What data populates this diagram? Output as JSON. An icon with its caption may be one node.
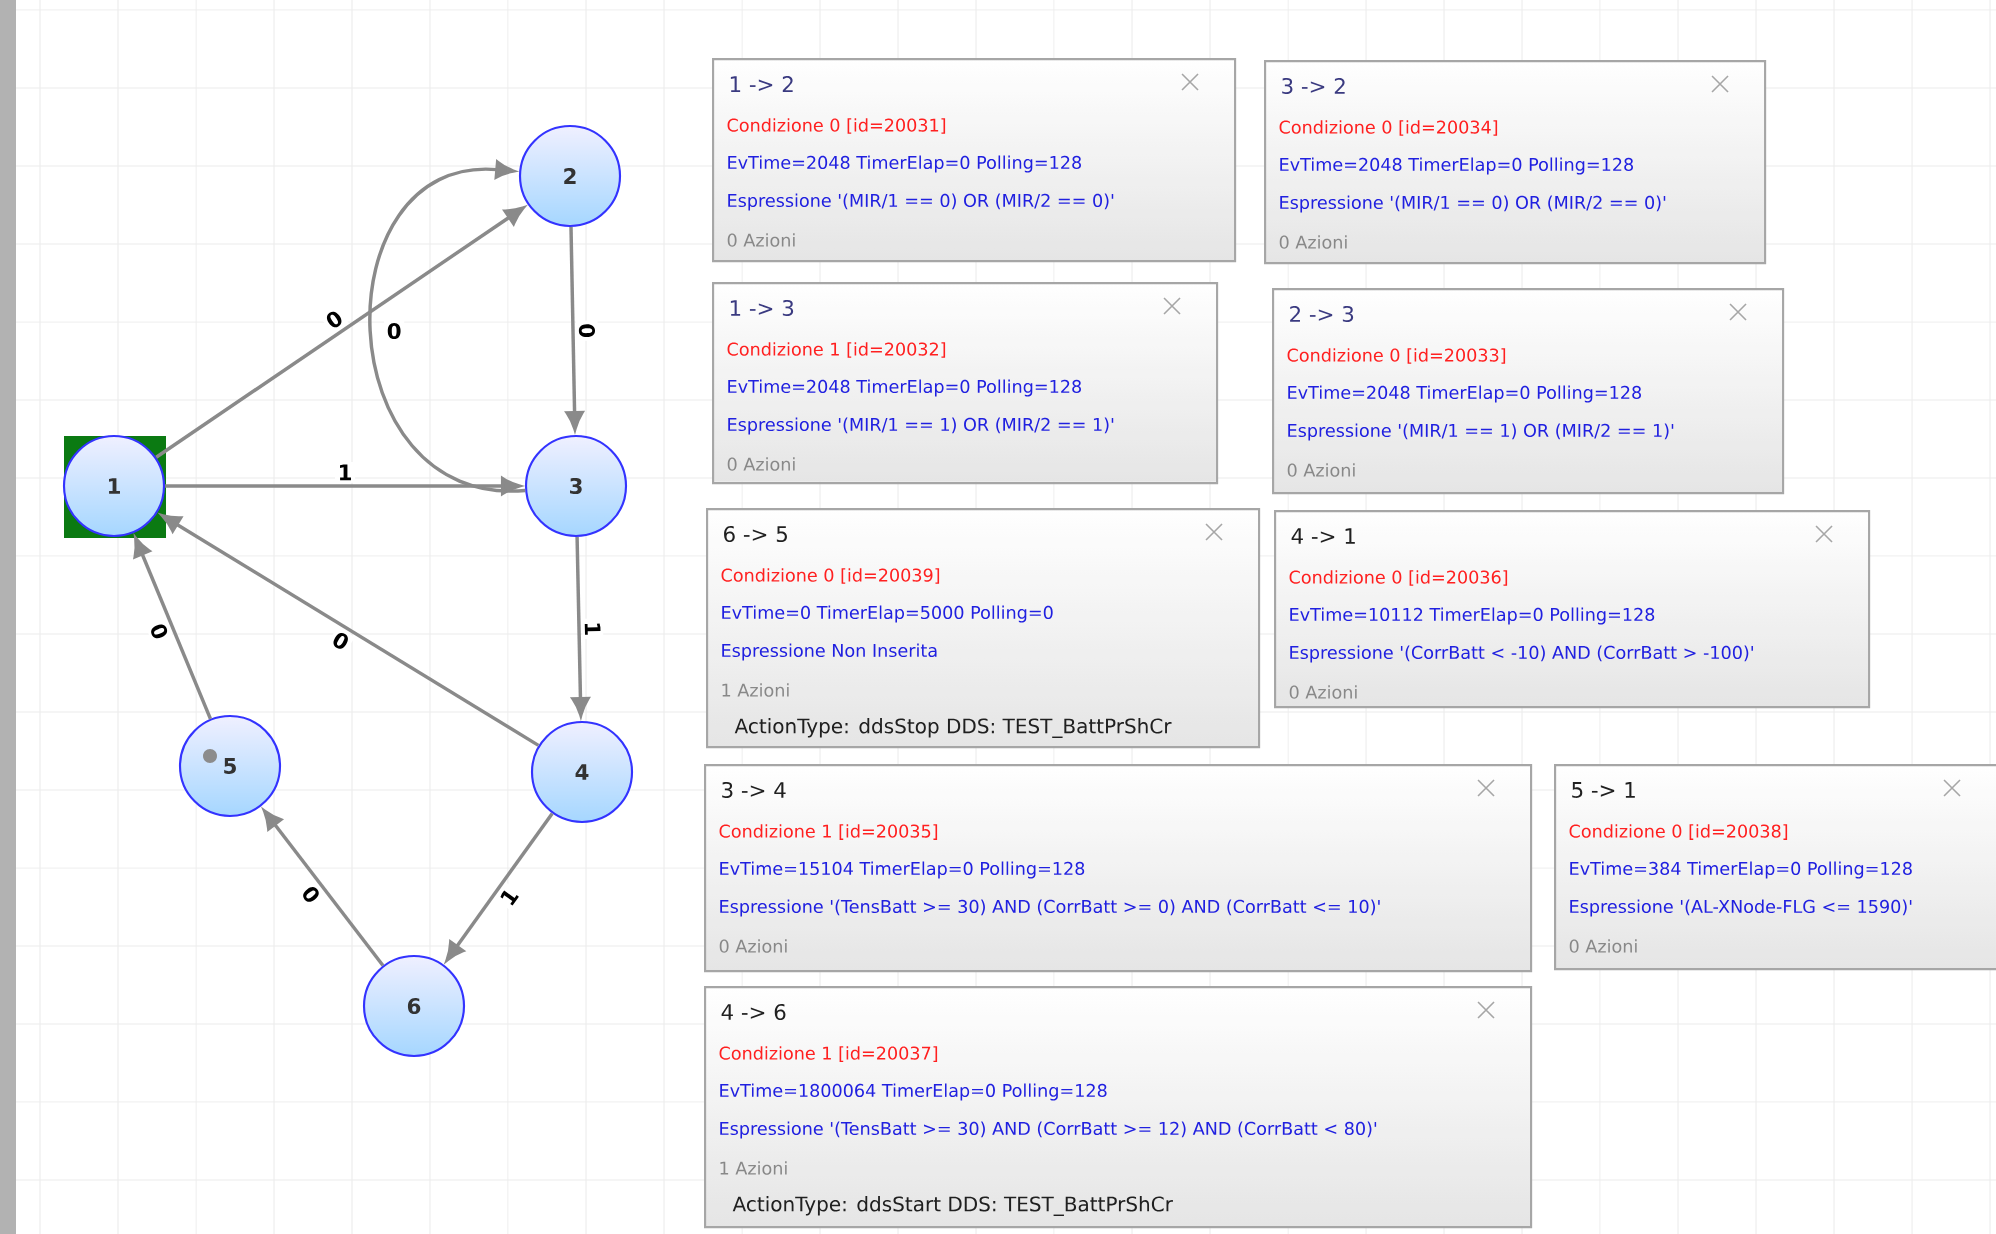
{
  "diagram": {
    "nodes": [
      {
        "text": [
          "1"
        ]
      },
      {
        "text": [
          "2"
        ]
      },
      {
        "text": [
          "3"
        ]
      },
      {
        "text": [
          "4"
        ]
      },
      {
        "text": [
          "5"
        ]
      },
      {
        "text": [
          "6"
        ]
      },
      {
        "text": [
          "1 -> 2",
          "Condizione 0 [id=20031]",
          "EvTime=2048 TimerElap=0 Polling=128",
          "Espressione '(MIR/1 == 0)  OR  (MIR/2 == 0)'",
          "0 Azioni"
        ]
      },
      {
        "text": [
          "3 -> 2",
          "Condizione 0 [id=20034]",
          "EvTime=2048 TimerElap=0 Polling=128",
          "Espressione '(MIR/1 == 0) OR (MIR/2 == 0)'",
          "0 Azioni"
        ]
      },
      {
        "text": [
          "1 -> 3",
          "Condizione 1 [id=20032]",
          "EvTime=2048 TimerElap=0 Polling=128",
          "Espressione '(MIR/1 == 1)  OR (MIR/2 == 1)'",
          "0 Azioni"
        ]
      },
      {
        "text": [
          "2 -> 3",
          "Condizione 0 [id=20033]",
          "EvTime=2048 TimerElap=0 Polling=128",
          "Espressione '(MIR/1 == 1)  OR  (MIR/2 == 1)'",
          "0 Azioni"
        ]
      },
      {
        "text": [
          "6 -> 5",
          "Condizione 0 [id=20039]",
          "EvTime=0 TimerElap=5000 Polling=0",
          "Espressione Non Inserita",
          "1 Azioni",
          "ActionType: ddsStop DDS: TEST_BattPrShCr"
        ]
      },
      {
        "text": [
          "4 -> 1",
          "Condizione 0 [id=20036]",
          "EvTime=10112 TimerElap=0 Polling=128",
          "Espressione '(CorrBatt < -10) AND (CorrBatt > -100)'",
          "0 Azioni"
        ]
      },
      {
        "text": [
          "3 -> 4",
          "Condizione 1 [id=20035]",
          "EvTime=15104 TimerElap=0 Polling=128",
          "Espressione '(TensBatt >= 30) AND (CorrBatt >= 0) AND (CorrBatt <= 10)'",
          "0 Azioni"
        ]
      },
      {
        "text": [
          "5 -> 1",
          "Condizione 0 [id=20038]",
          "EvTime=384 TimerElap=0 Polling=128",
          "Espressione '(AL-XNode-FLG <= 1590)'",
          "0 Azioni"
        ]
      },
      {
        "text": [
          "4 -> 6",
          "Condizione 1 [id=20037]",
          "EvTime=1800064 TimerElap=0 Polling=128",
          "Espressione '(TensBatt >= 30) AND (CorrBatt >= 12) AND (CorrBatt < 80)'",
          "1 Azioni",
          "ActionType: ddsStart DDS: TEST_BattPrShCr"
        ]
      }
    ],
    "edges": [
      {
        "from": 0,
        "to": 1,
        "arrow": "to",
        "label": "0"
      },
      {
        "from": 2,
        "to": 1,
        "arrow": "to",
        "label": "0"
      },
      {
        "from": 0,
        "to": 2,
        "arrow": "to",
        "label": "1"
      },
      {
        "from": 1,
        "to": 2,
        "arrow": "to",
        "label": "0"
      },
      {
        "from": 5,
        "to": 4,
        "arrow": "to",
        "label": "0"
      },
      {
        "from": 3,
        "to": 0,
        "arrow": "to",
        "label": "0"
      },
      {
        "from": 2,
        "to": 3,
        "arrow": "to",
        "label": "1"
      },
      {
        "from": 4,
        "to": 0,
        "arrow": "to",
        "label": "0"
      },
      {
        "from": 3,
        "to": 5,
        "arrow": "to",
        "label": "1"
      }
    ]
  }
}
